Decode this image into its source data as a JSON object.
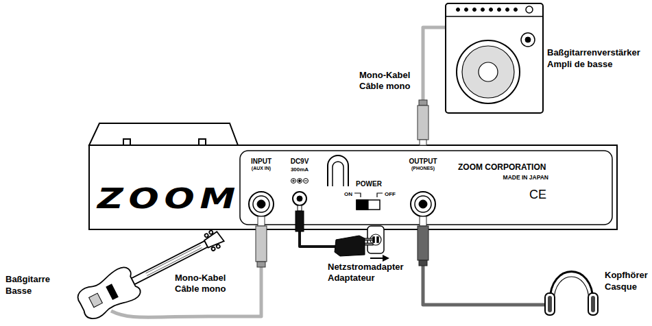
{
  "diagram": {
    "nodes": [
      {
        "text": [
          "Baßgitarrenverstärker",
          "Ampli de basse"
        ]
      },
      {
        "text": [
          "ZOOM",
          "INPUT",
          "(AUX IN)",
          "DC9V",
          "300mA",
          "POWER",
          "ON",
          "OFF",
          "OUTPUT",
          "(PHONES)",
          "ZOOM CORPORATION",
          "MADE IN JAPAN",
          "CE"
        ]
      },
      {
        "text": [
          "Baßgitarre",
          "Basse"
        ]
      },
      {
        "text": [
          "Netzstromadapter",
          "Adaptateur"
        ]
      },
      {
        "text": [
          "Kopfhörer",
          "Casque"
        ]
      }
    ],
    "edges": [
      {
        "from": 2,
        "to": 1,
        "arrow": "none",
        "label": "Mono-Kabel Câble mono"
      },
      {
        "from": 1,
        "to": 0,
        "arrow": "none",
        "label": "Mono-Kabel Câble mono"
      },
      {
        "from": 3,
        "to": 1,
        "arrow": "none"
      },
      {
        "from": 1,
        "to": 4,
        "arrow": "none"
      }
    ]
  }
}
